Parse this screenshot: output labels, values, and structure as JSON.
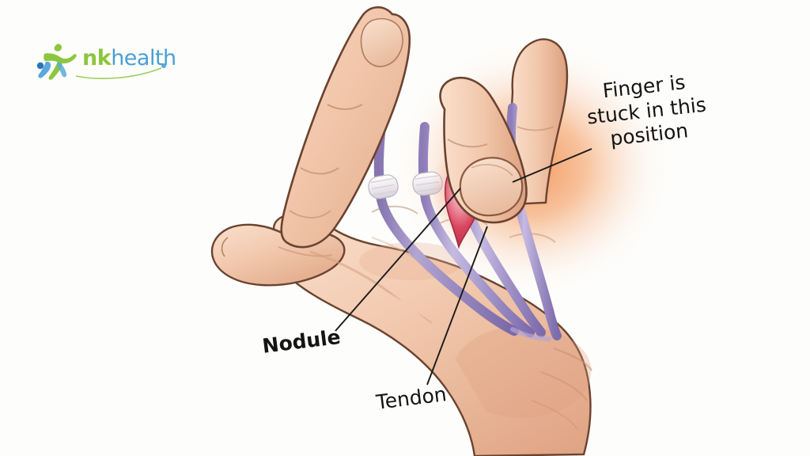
{
  "background_color": "#fdfdfb",
  "logo": {
    "brand_primary": "nk",
    "brand_secondary": "health",
    "full_text": "nkhealth",
    "color_green": "#8cc63e",
    "color_blue": "#4a9fd4",
    "icon": "running-person-figure"
  },
  "illustration": {
    "subject": "trigger-finger-hand-anatomy",
    "skin_color": "#f2c6ab",
    "skin_shadow_color": "#e0a686",
    "outline_color": "#5a3a28",
    "tendon_color": "#aa9ccd",
    "tendon_highlight_color": "#c9bfe2",
    "pulley_color": "#f2f0f4",
    "nodule_color": "#d9415a",
    "nodule_highlight_color": "#f0a8b4",
    "inflammation_halo_color": "#f08a4a",
    "parts": [
      "index-finger-extended",
      "middle-finger-bent-stuck",
      "ring-finger",
      "thumb",
      "palm",
      "wrist",
      "flexor-tendons",
      "annular-pulleys",
      "tendon-nodule"
    ]
  },
  "annotations": {
    "finger_stuck": {
      "text": "Finger is\nstuck in this\nposition",
      "line_from": [
        745,
        185
      ],
      "line_to": [
        650,
        228
      ]
    },
    "nodule": {
      "text": "Nodule",
      "line_from": [
        424,
        417
      ],
      "line_to": [
        580,
        240
      ]
    },
    "tendon": {
      "text": "Tendon",
      "line_from": [
        540,
        485
      ],
      "line_to": [
        614,
        285
      ]
    }
  },
  "leader_line_color": "#1a1a1a"
}
